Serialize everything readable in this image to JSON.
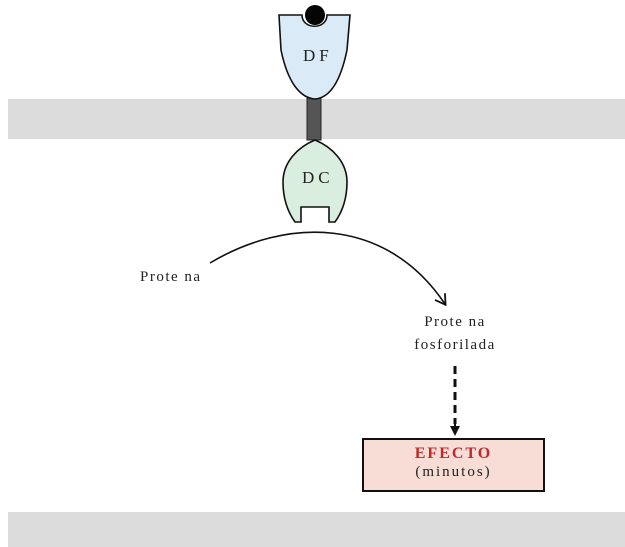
{
  "receptor": {
    "extracellular_domain_label": "DF",
    "cytoplasmic_domain_label": "DC"
  },
  "substrate": {
    "protein_label": "Prote na",
    "phosphorylated_line1": "Prote na",
    "phosphorylated_line2": "fosforilada"
  },
  "effect": {
    "title": "EFECTO",
    "subtitle": "(minutos)"
  },
  "colors": {
    "df_fill": "#dbeaf7",
    "dc_fill": "#d9eede",
    "membrane_band": "#dcdcdc",
    "effect_fill": "#f8dcd6",
    "effect_title": "#c0282b",
    "stalk": "#555555"
  }
}
